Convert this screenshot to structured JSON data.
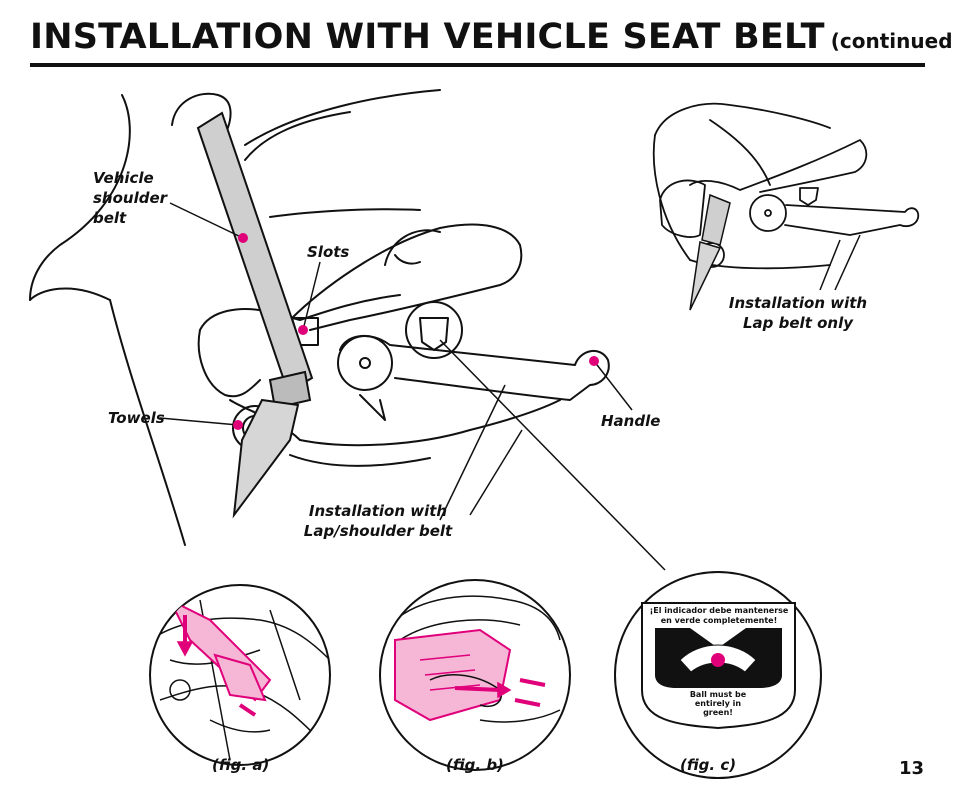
{
  "header": {
    "title": "INSTALLATION WITH VEHICLE SEAT BELT",
    "subtitle": "(continued)"
  },
  "labels": {
    "shoulder_belt_line1": "Vehicle",
    "shoulder_belt_line2": "shoulder",
    "shoulder_belt_line3": "belt",
    "slots": "Slots",
    "towels": "Towels",
    "handle": "Handle",
    "lap_shoulder_line1": "Installation with",
    "lap_shoulder_line2": "Lap/shoulder belt",
    "lap_only_line1": "Installation with",
    "lap_only_line2": "Lap belt only"
  },
  "indicator": {
    "top_line1": "¡El indicador debe mantenerse",
    "top_line2": "en verde completemente!",
    "bottom_line1": "Ball must be",
    "bottom_line2": "entirely in",
    "bottom_line3": "green!"
  },
  "captions": {
    "fig_a": "(fig. a)",
    "fig_b": "(fig. b)",
    "fig_c": "(fig. c)"
  },
  "page_number": "13",
  "colors": {
    "accent": "#e0007a",
    "accent_light": "#f6b6d6",
    "ink": "#111111",
    "belt_gray": "#cfcfcf"
  }
}
